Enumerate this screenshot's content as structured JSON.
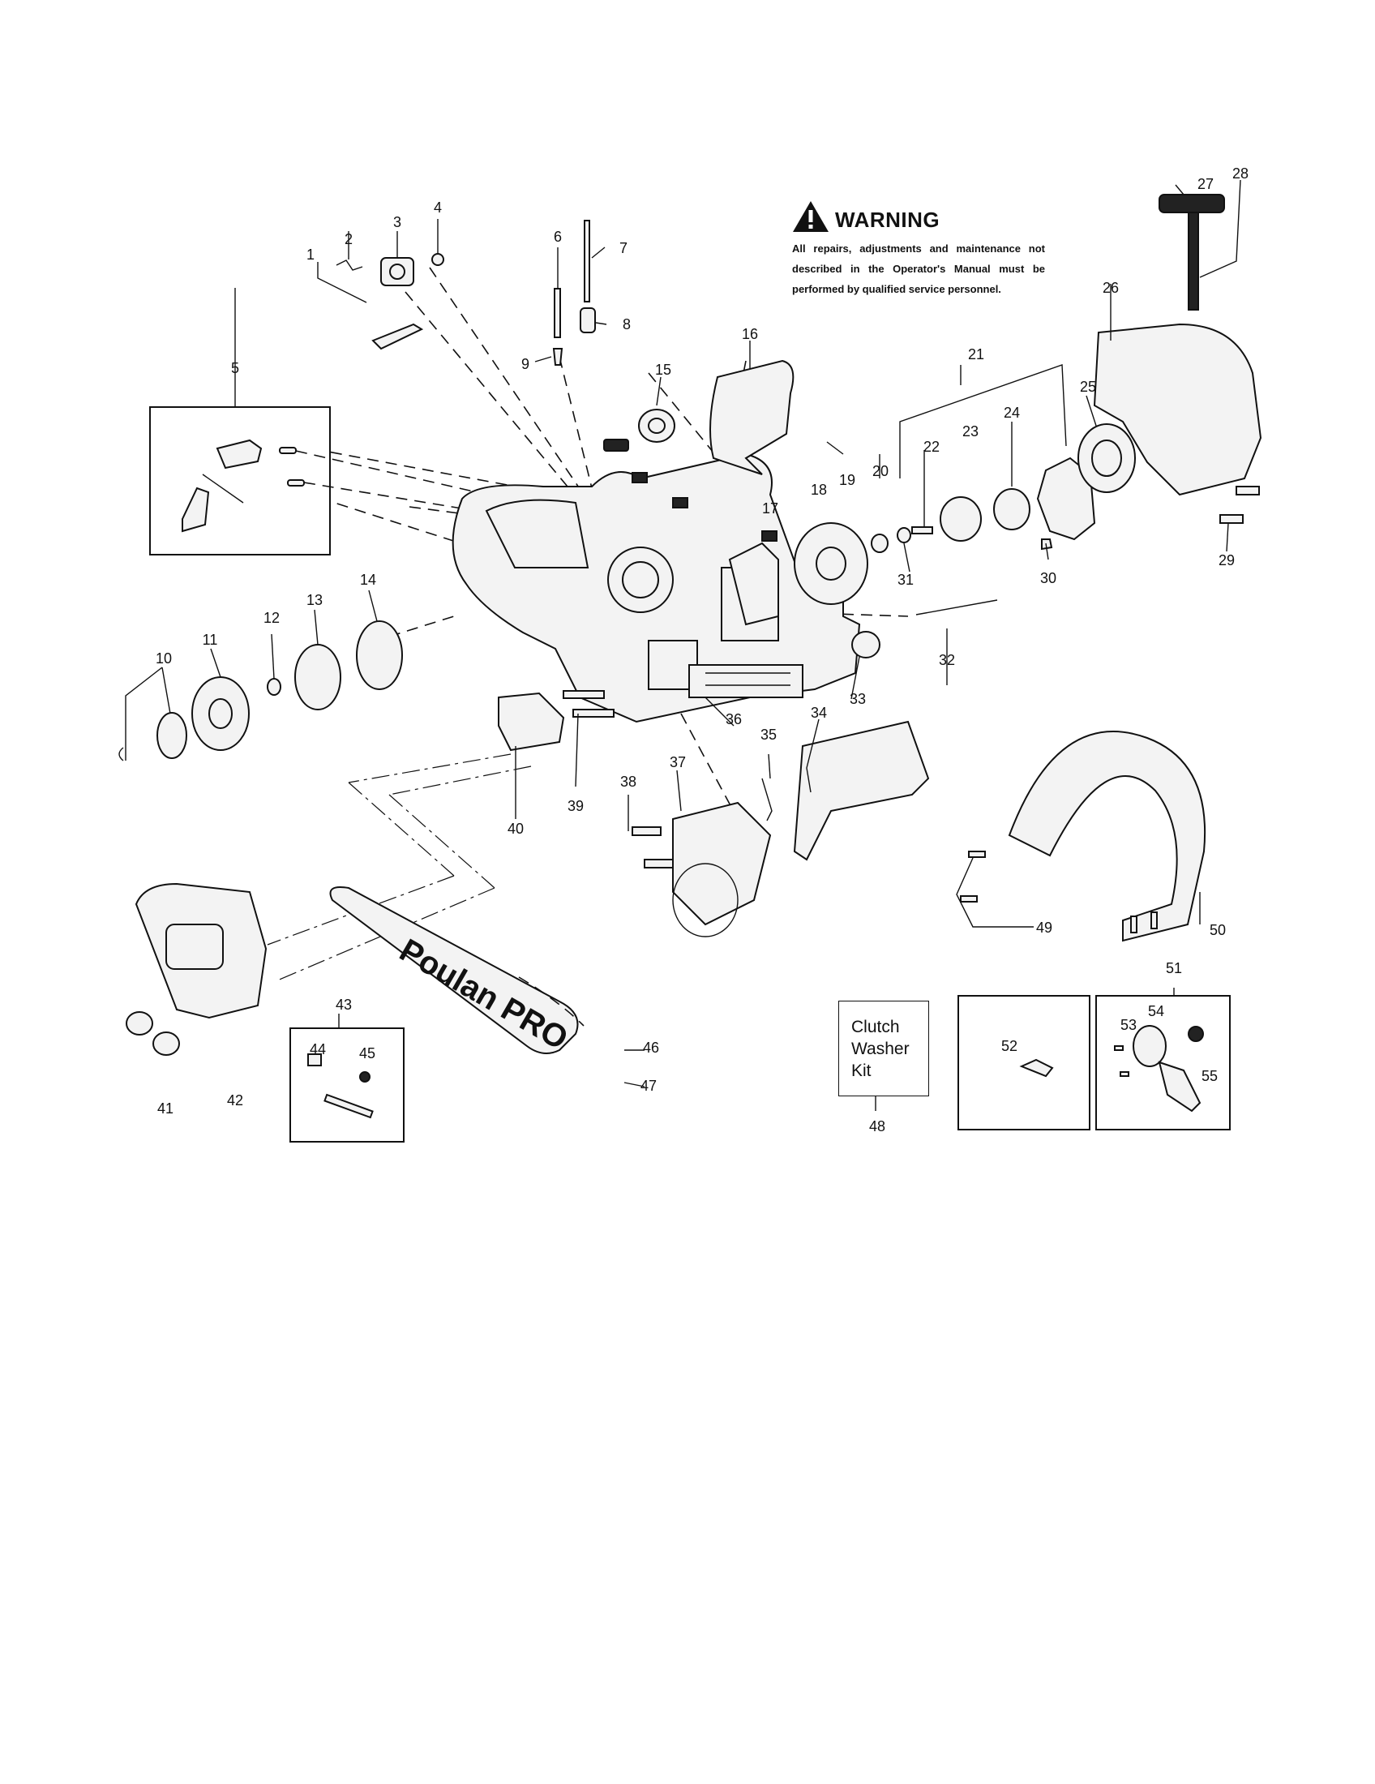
{
  "warning": {
    "title": "WARNING",
    "text": "All repairs, adjustments and maintenance not described in the Operator's Manual must be performed by qualified service personnel."
  },
  "brand_text": "Poulan PRO",
  "clutch_washer_kit": "Clutch\nWasher\nKit",
  "part_numbers": [
    "1",
    "2",
    "3",
    "4",
    "5",
    "6",
    "7",
    "8",
    "9",
    "10",
    "11",
    "12",
    "13",
    "14",
    "15",
    "16",
    "17",
    "18",
    "19",
    "20",
    "21",
    "22",
    "23",
    "24",
    "25",
    "26",
    "27",
    "28",
    "29",
    "30",
    "31",
    "32",
    "33",
    "34",
    "35",
    "36",
    "37",
    "38",
    "39",
    "40",
    "41",
    "42",
    "43",
    "44",
    "45",
    "46",
    "47",
    "48",
    "49",
    "50",
    "51",
    "52",
    "53",
    "54",
    "55"
  ]
}
